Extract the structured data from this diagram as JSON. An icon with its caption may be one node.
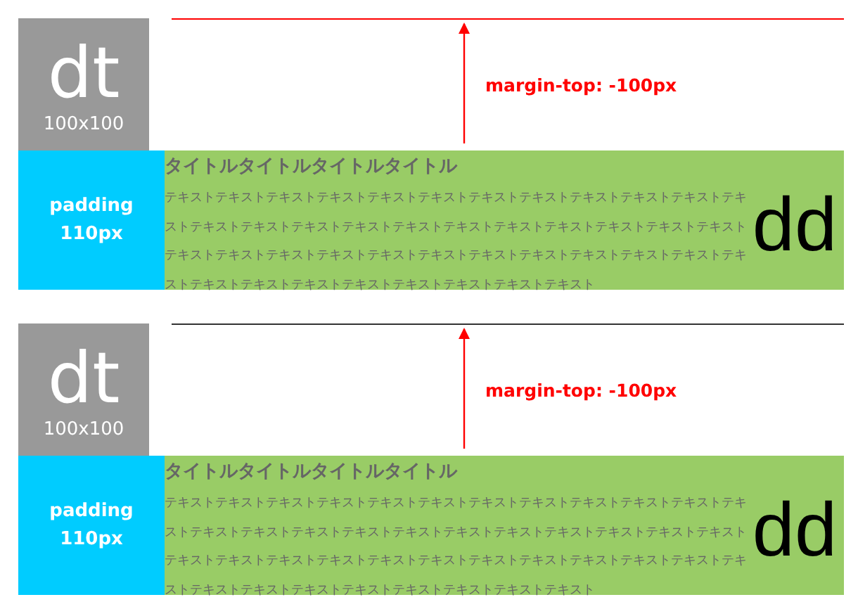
{
  "diagram": {
    "nodes": [
      {
        "text": [
          "dt",
          "100x100"
        ]
      },
      {
        "text": [
          "padding 110px"
        ]
      },
      {
        "text": [
          "タイトルタイトルタイトルタイトル",
          "テキストテキストテキストテキストテキストテキストテキストテキストテキストテキストテキストテキストテキストテキストテキストテキストテキストテキストテキストテキストテキストテキストテキストテキストテキストテキストテキストテキストテキストテキストテキストテキストテキストテキストテキストテキストテキストテキストテキストテキストテキストテキストテキスト",
          "dd"
        ]
      },
      {
        "text": [
          "dt",
          "100x100"
        ]
      },
      {
        "text": [
          "padding 110px"
        ]
      },
      {
        "text": [
          "タイトルタイトルタイトルタイトル",
          "テキストテキストテキストテキストテキストテキストテキストテキストテキストテキストテキストテキストテキストテキストテキストテキストテキストテキストテキストテキストテキストテキストテキストテキストテキストテキストテキストテキストテキストテキストテキストテキストテキストテキストテキストテキストテキストテキストテキストテキストテキストテキストテキスト",
          "dd"
        ]
      }
    ],
    "edges": [],
    "labels": [
      "margin-top: -100px",
      "margin-top: -100px"
    ]
  }
}
